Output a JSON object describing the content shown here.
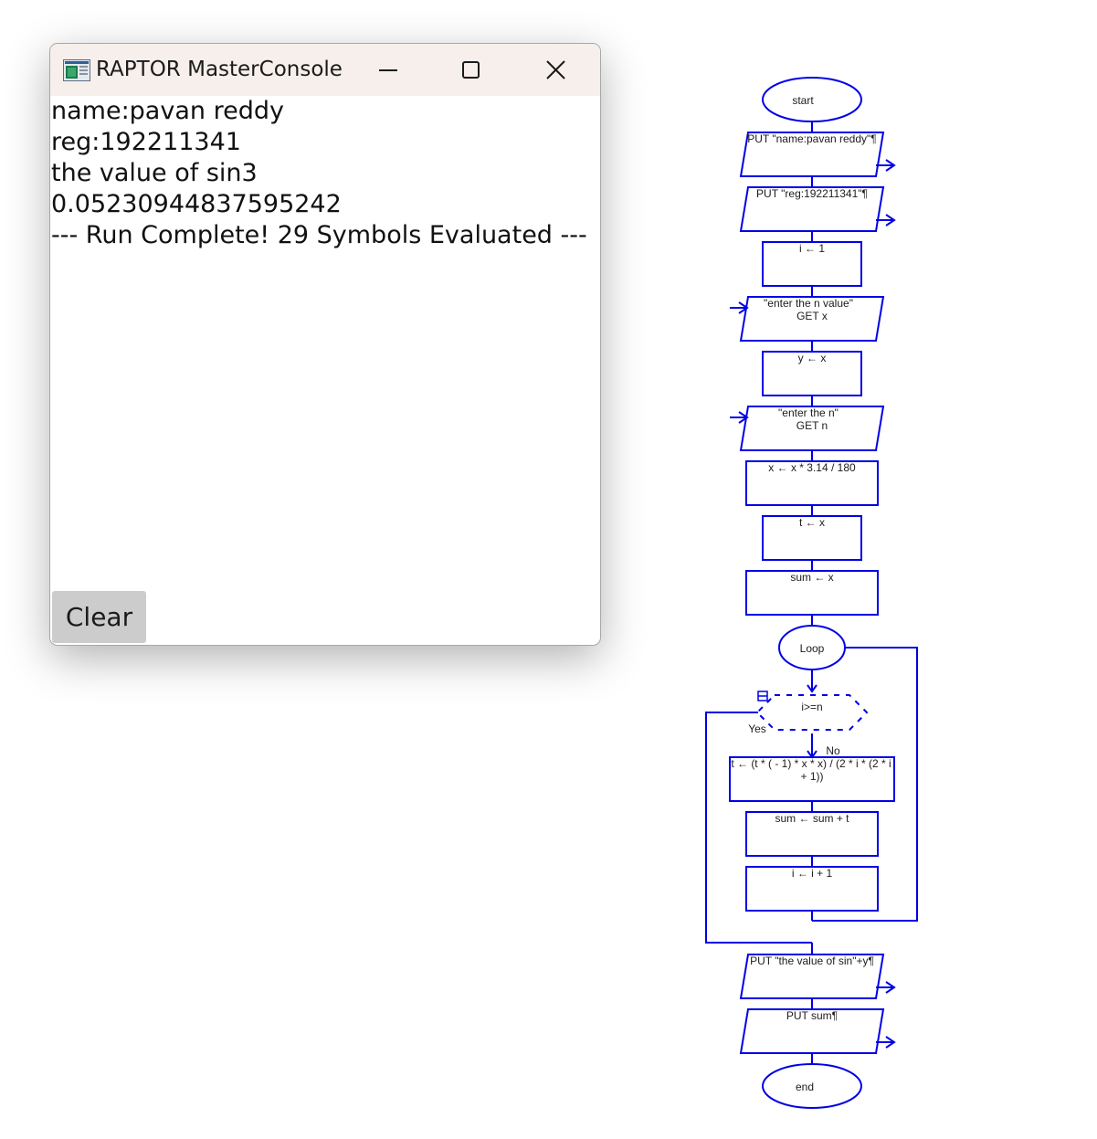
{
  "console": {
    "title": "RAPTOR MasterConsole",
    "output_lines": [
      "name:pavan reddy",
      "reg:192211341",
      "the value of sin3",
      "0.0523094483759524​2",
      "--- Run Complete! 29 Symbols Evaluated ---"
    ],
    "clear_label": "Clear"
  },
  "flowchart": {
    "start": "start",
    "put_name": "PUT \"name:pavan reddy\"¶",
    "put_reg": "PUT \"reg:192211341\"¶",
    "assign_i": "i ← 1",
    "get_x_prompt": "\"enter the n value\"",
    "get_x": "GET x",
    "assign_y": "y ← x",
    "get_n_prompt": "\"enter the n\"",
    "get_n": "GET n",
    "convert_x": "x ← x * 3.14 / 180",
    "assign_t": "t ← x",
    "assign_sum": "sum ← x",
    "loop": "Loop",
    "condition": "i>=n",
    "yes": "Yes",
    "no": "No",
    "update_t_line1": "t ← (t * ( - 1) * x * x) / (2 * i * (2 * i",
    "update_t_line2": "+ 1))",
    "update_sum": "sum ← sum + t",
    "increment_i": "i ← i + 1",
    "put_sin": "PUT \"the value of sin\"+y¶",
    "put_sum": "PUT sum¶",
    "end": "end"
  },
  "colors": {
    "flow_blue": "#0000e6",
    "titlebar": "#f6efec",
    "clear_button": "#cccccc"
  }
}
